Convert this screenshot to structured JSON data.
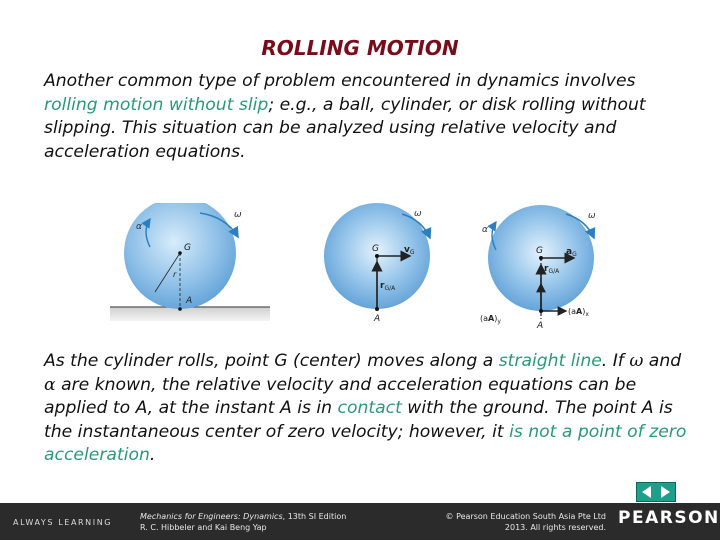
{
  "title": "ROLLING MOTION",
  "intro": {
    "t1": "Another common type of problem encountered in dynamics involves ",
    "h1": "rolling motion without slip",
    "t2": "; e.g., a ball, cylinder, or disk rolling without slipping.  This situation can be analyzed using relative velocity and acceleration equations."
  },
  "figures": {
    "fig1": {
      "omega": "ω",
      "alpha": "α",
      "G": "G",
      "r": "r",
      "A": "A"
    },
    "fig2": {
      "omega": "ω",
      "G": "G",
      "vG": "v",
      "vG_sub": "G",
      "rGA": "r",
      "rGA_sub": "G/A",
      "A": "A"
    },
    "fig3": {
      "omega": "ω",
      "alpha": "α",
      "G": "G",
      "aG": "a",
      "aG_sub": "G",
      "rGA": "r",
      "rGA_sub": "G/A",
      "aAy": "(a",
      "aAy_sub": "A",
      "aAy_end": ")",
      "aAy_subsub": "y",
      "aAx": "(a",
      "aAx_sub": "A",
      "aAx_end": ")",
      "aAx_subsub": "x",
      "A": "A"
    }
  },
  "body": {
    "t1": "As the cylinder rolls, point G (center) moves along a ",
    "h1": "straight line",
    "t2": ".  If ",
    "omega": "ω",
    "t3": " and ",
    "alpha": "α",
    "t4": " are known, the relative velocity and acceleration equations can be applied to A, at the instant A is in ",
    "h2": "contact",
    "t5": " with the ground. The point A is the instantaneous center of zero velocity;  however,  it ",
    "h3": "is not a point of zero acceleration",
    "t6": "."
  },
  "footer": {
    "brand_left": "ALWAYS LEARNING",
    "book_title": "Mechanics for Engineers: Dynamics",
    "book_edition": ", 13th SI Edition",
    "book_authors": "R. C. Hibbeler and Kai Beng Yap",
    "copyright_1": "© Pearson Education South Asia Pte Ltd",
    "copyright_2": "2013. All rights reserved.",
    "brand_right": "PEARSON"
  },
  "colors": {
    "title": "#7a0b1a",
    "highlight": "#2a9a76",
    "footer_bg": "#2b2b2b",
    "disk": "#7fb3e0"
  }
}
